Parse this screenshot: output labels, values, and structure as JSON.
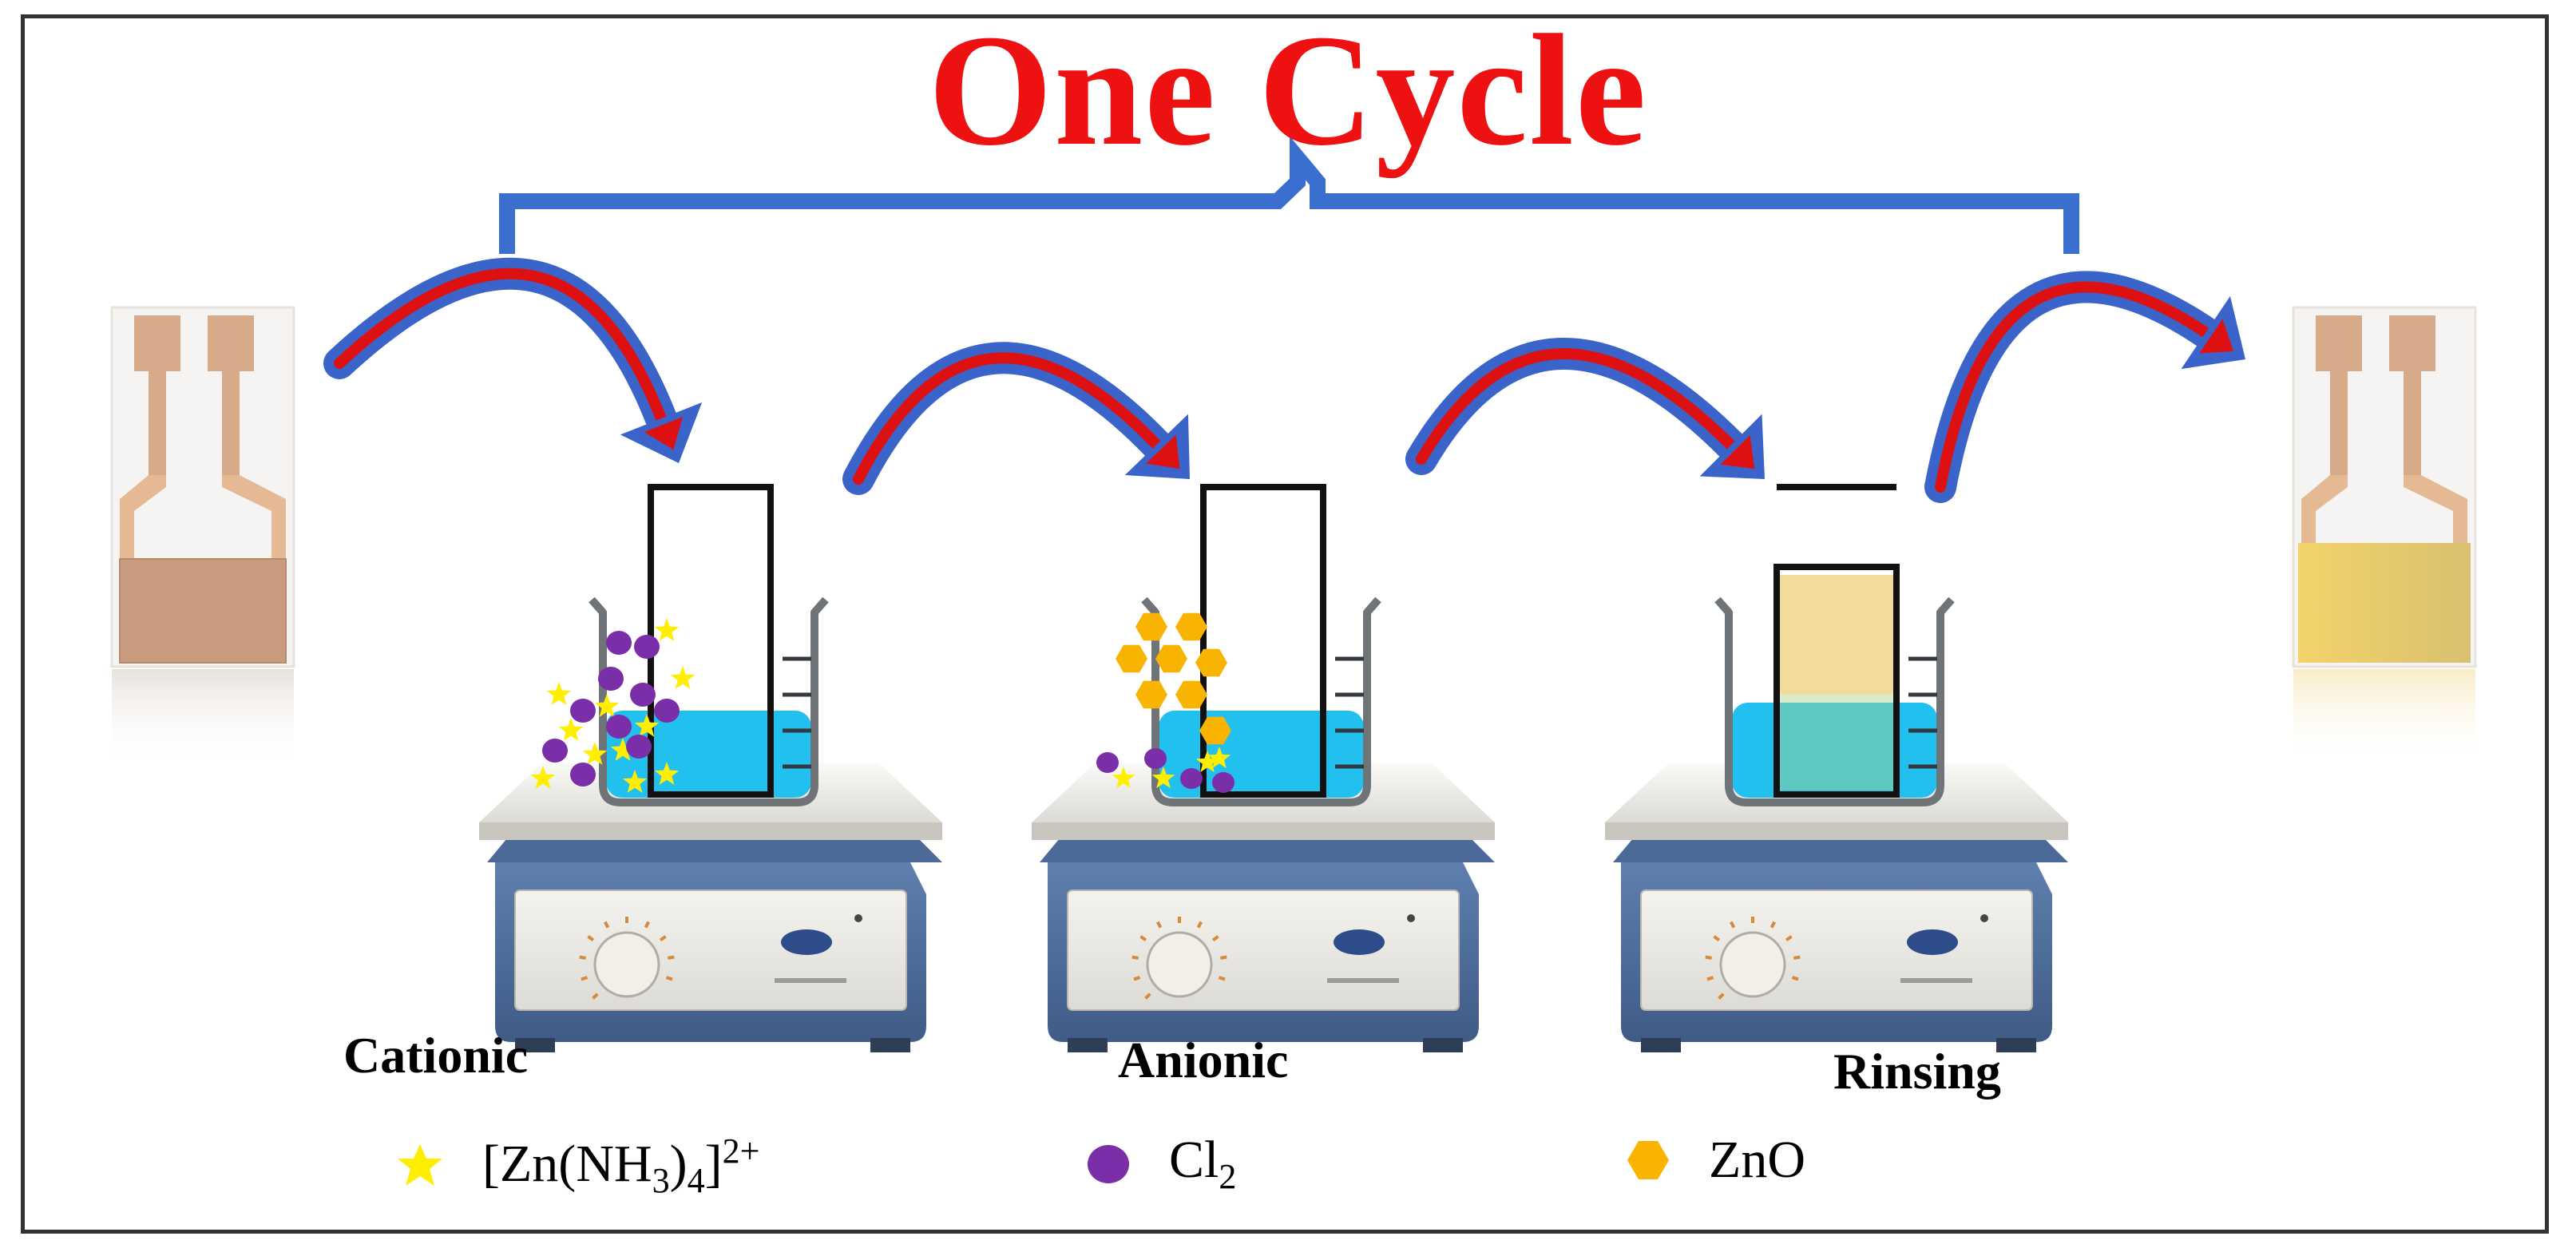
{
  "title": {
    "text": "One Cycle",
    "color": "#ee1111"
  },
  "colors": {
    "bracket": "#3a6fd0",
    "arrow_blue": "#3a64c9",
    "arrow_red": "#dd1111",
    "water": "#22c0ee",
    "gold": "#fbd25c",
    "electrode_copper": "#d6a98a",
    "cation": "#ffee00",
    "anion": "#7a2fa8",
    "zno": "#f8b400",
    "stirrer_body": "#4f6f9c",
    "stirrer_top": "#f2f0eb"
  },
  "steps": [
    {
      "label": "Cationic",
      "solution": "cationic"
    },
    {
      "label": "Anionic",
      "solution": "anionic"
    },
    {
      "label": "Rinsing",
      "solution": "rinsing"
    }
  ],
  "legend": [
    {
      "icon": "star",
      "formula_main": "[Zn(NH",
      "sub1": "3",
      "mid": ")",
      "sub2": "4",
      "end": "]",
      "sup": "2+"
    },
    {
      "icon": "circle",
      "main": "Cl",
      "sub": "2"
    },
    {
      "icon": "hexagon",
      "main": "ZnO"
    }
  ]
}
